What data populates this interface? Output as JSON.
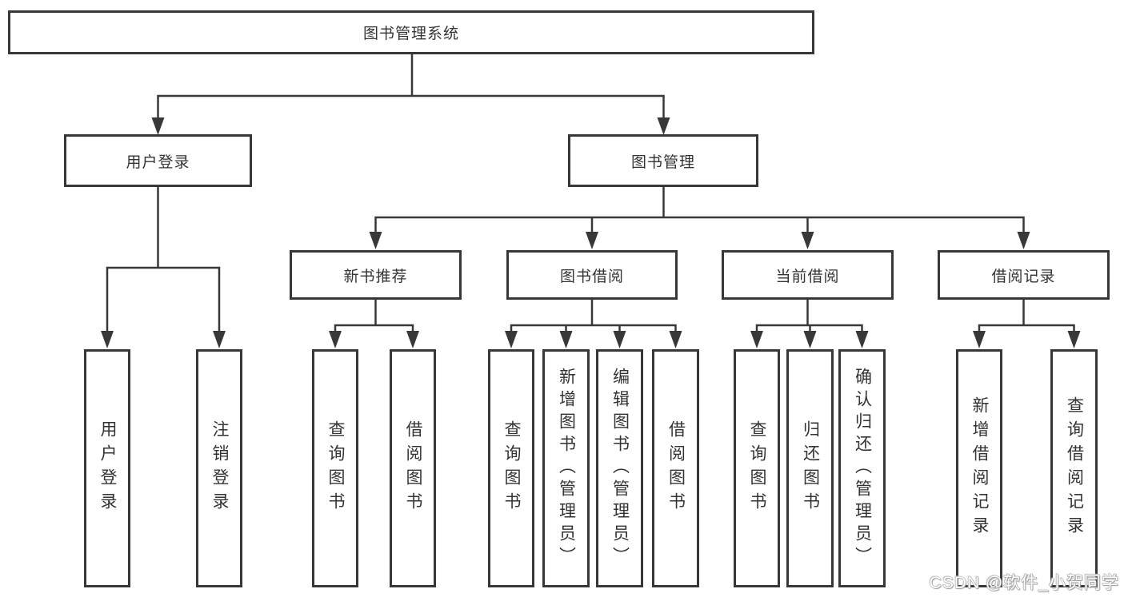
{
  "diagram": {
    "root": {
      "label": "图书管理系统"
    },
    "branches": [
      {
        "label": "用户登录",
        "children": [
          {
            "label": "用户登录"
          },
          {
            "label": "注销登录"
          }
        ]
      },
      {
        "label": "图书管理",
        "children": [
          {
            "label": "新书推荐",
            "children": [
              {
                "label": "查询图书"
              },
              {
                "label": "借阅图书"
              }
            ]
          },
          {
            "label": "图书借阅",
            "children": [
              {
                "label": "查询图书"
              },
              {
                "label": "新增图书（管理员）"
              },
              {
                "label": "编辑图书（管理员）"
              },
              {
                "label": "借阅图书"
              }
            ]
          },
          {
            "label": "当前借阅",
            "children": [
              {
                "label": "查询图书"
              },
              {
                "label": "归还图书"
              },
              {
                "label": "确认归还（管理员）"
              }
            ]
          },
          {
            "label": "借阅记录",
            "children": [
              {
                "label": "新增借阅记录"
              },
              {
                "label": "查询借阅记录"
              }
            ]
          }
        ]
      }
    ]
  },
  "watermark": {
    "text": "CSDN @软件_小贺同学"
  },
  "colors": {
    "background": "#ffffff",
    "line": "#383838",
    "box_border": "#373737",
    "text": "#333333",
    "watermark_fill": "#ffffff",
    "watermark_outline": "#8f8f8f"
  }
}
